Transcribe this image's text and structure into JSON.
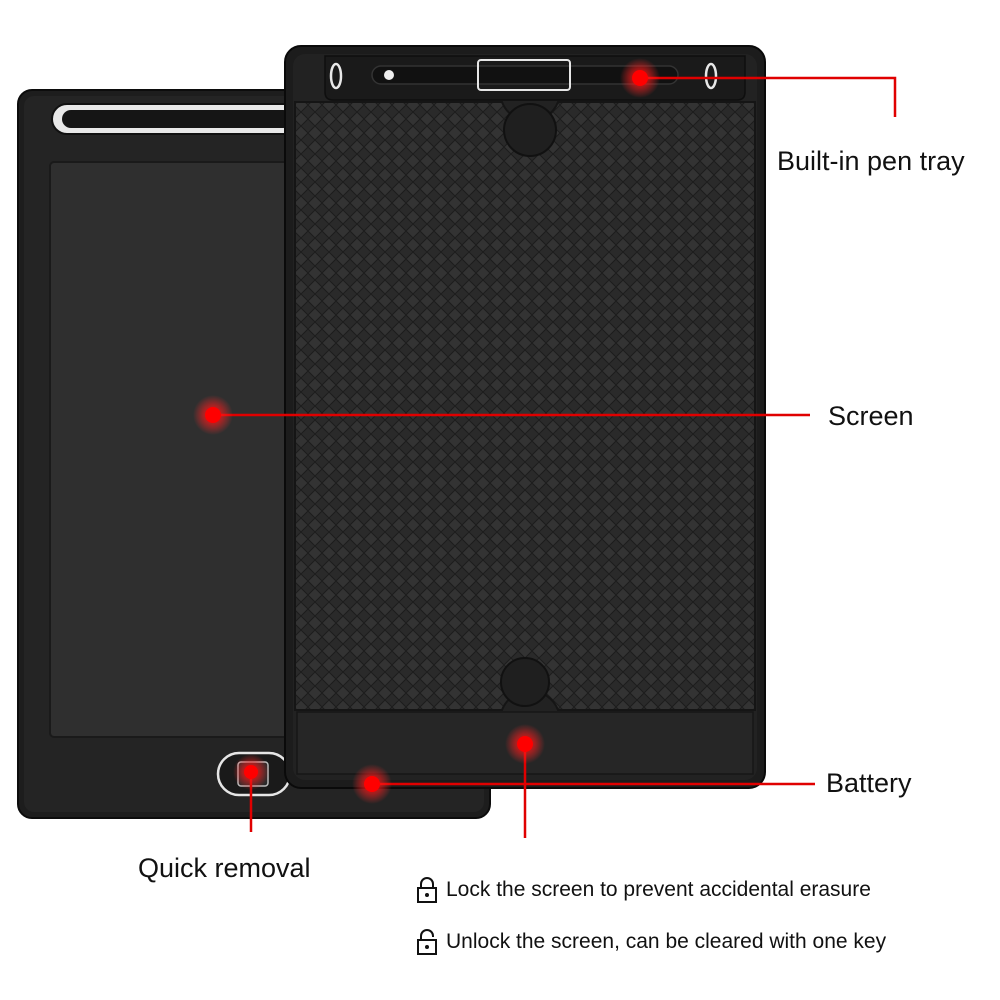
{
  "colors": {
    "callout_red": "#e00000",
    "device_black": "#1e1e1e",
    "screen_dark": "#2b2b2b"
  },
  "callouts": {
    "pen_tray": "Built-in pen tray",
    "screen": "Screen",
    "battery": "Battery",
    "quick_removal": "Quick removal"
  },
  "notes": [
    {
      "icon": "locked-padlock-icon",
      "text": "Lock the screen to prevent accidental erasure"
    },
    {
      "icon": "unlocked-padlock-icon",
      "text": "Unlock the screen, can be cleared with one key"
    }
  ]
}
